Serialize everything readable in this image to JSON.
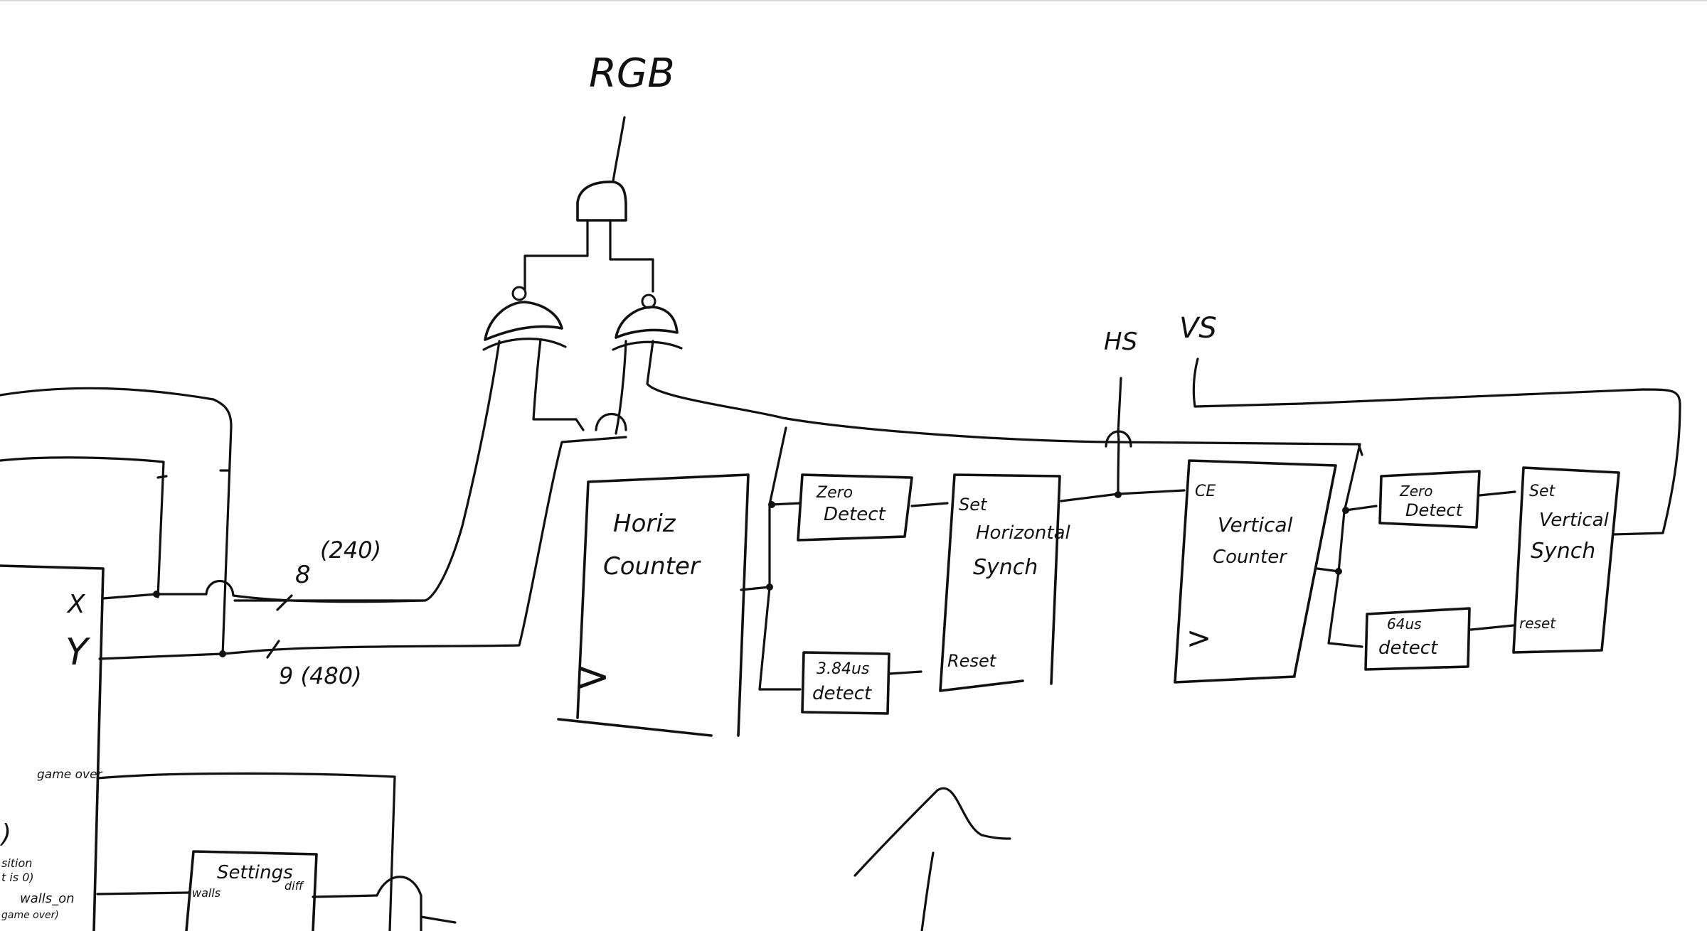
{
  "diagram": {
    "ink_color": "#111111",
    "background_color": "#ffffff",
    "labels": {
      "rgb": "RGB",
      "hs": "HS",
      "vs": "VS",
      "x_port": "X",
      "y_port": "Y",
      "x_bus_width": "8",
      "x_bus_range": "(240)",
      "y_bus": "9 (480)",
      "game_over": "game over",
      "settings_walls": "walls",
      "settings_diff": "diff",
      "walls_on": "walls_on",
      "left_cut_1": ")",
      "left_cut_2": "sition",
      "left_cut_3": "t is 0)",
      "left_cut_4": "game over)"
    },
    "blocks": {
      "horiz_counter": {
        "line1": "Horiz",
        "line2": "Counter",
        "clock": ">"
      },
      "zero_detect_h": {
        "line1": "Zero",
        "line2": "Detect"
      },
      "detect_3_84": {
        "line1": "3.84us",
        "line2": "detect"
      },
      "horizontal_synch": {
        "set": "Set",
        "line1": "Horizontal",
        "line2": "Synch",
        "reset": "Reset"
      },
      "vertical_counter": {
        "ce": "CE",
        "line1": "Vertical",
        "line2": "Counter",
        "clock": ">"
      },
      "zero_detect_v": {
        "line1": "Zero",
        "line2": "Detect"
      },
      "detect_64": {
        "line1": "64us",
        "line2": "detect"
      },
      "vertical_synch": {
        "set": "Set",
        "line1": "Vertical",
        "line2": "Synch",
        "reset": "reset"
      },
      "settings": {
        "title": "Settings"
      }
    }
  }
}
